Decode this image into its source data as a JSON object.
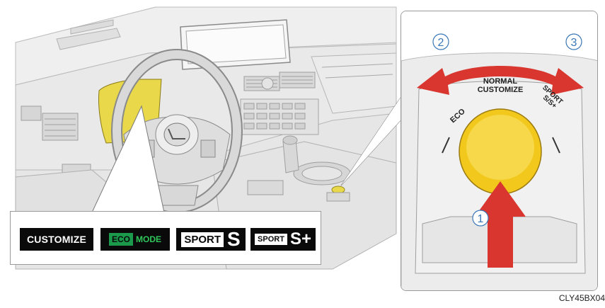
{
  "indicators": {
    "customize": "CUSTOMIZE",
    "eco_box": "ECO",
    "eco_mode": "MODE",
    "sport_s_label": "SPORT",
    "sport_s_letter": "S",
    "sport_splus_label": "SPORT",
    "sport_splus_letter": "S+"
  },
  "selector": {
    "eco": "ECO",
    "normal": "NORMAL",
    "customize": "CUSTOMIZE",
    "sport": "SPORT",
    "sport_modes": "S/S+",
    "step_1": "1",
    "step_2": "2",
    "step_3": "3"
  },
  "image_code": "CLY45BX04",
  "colors": {
    "highlight_yellow": "#e8d84a",
    "dial_yellow": "#f2c81c",
    "arrow_red": "#d8362e",
    "eco_green": "#2fc65a",
    "step_blue": "#3a78b8"
  }
}
